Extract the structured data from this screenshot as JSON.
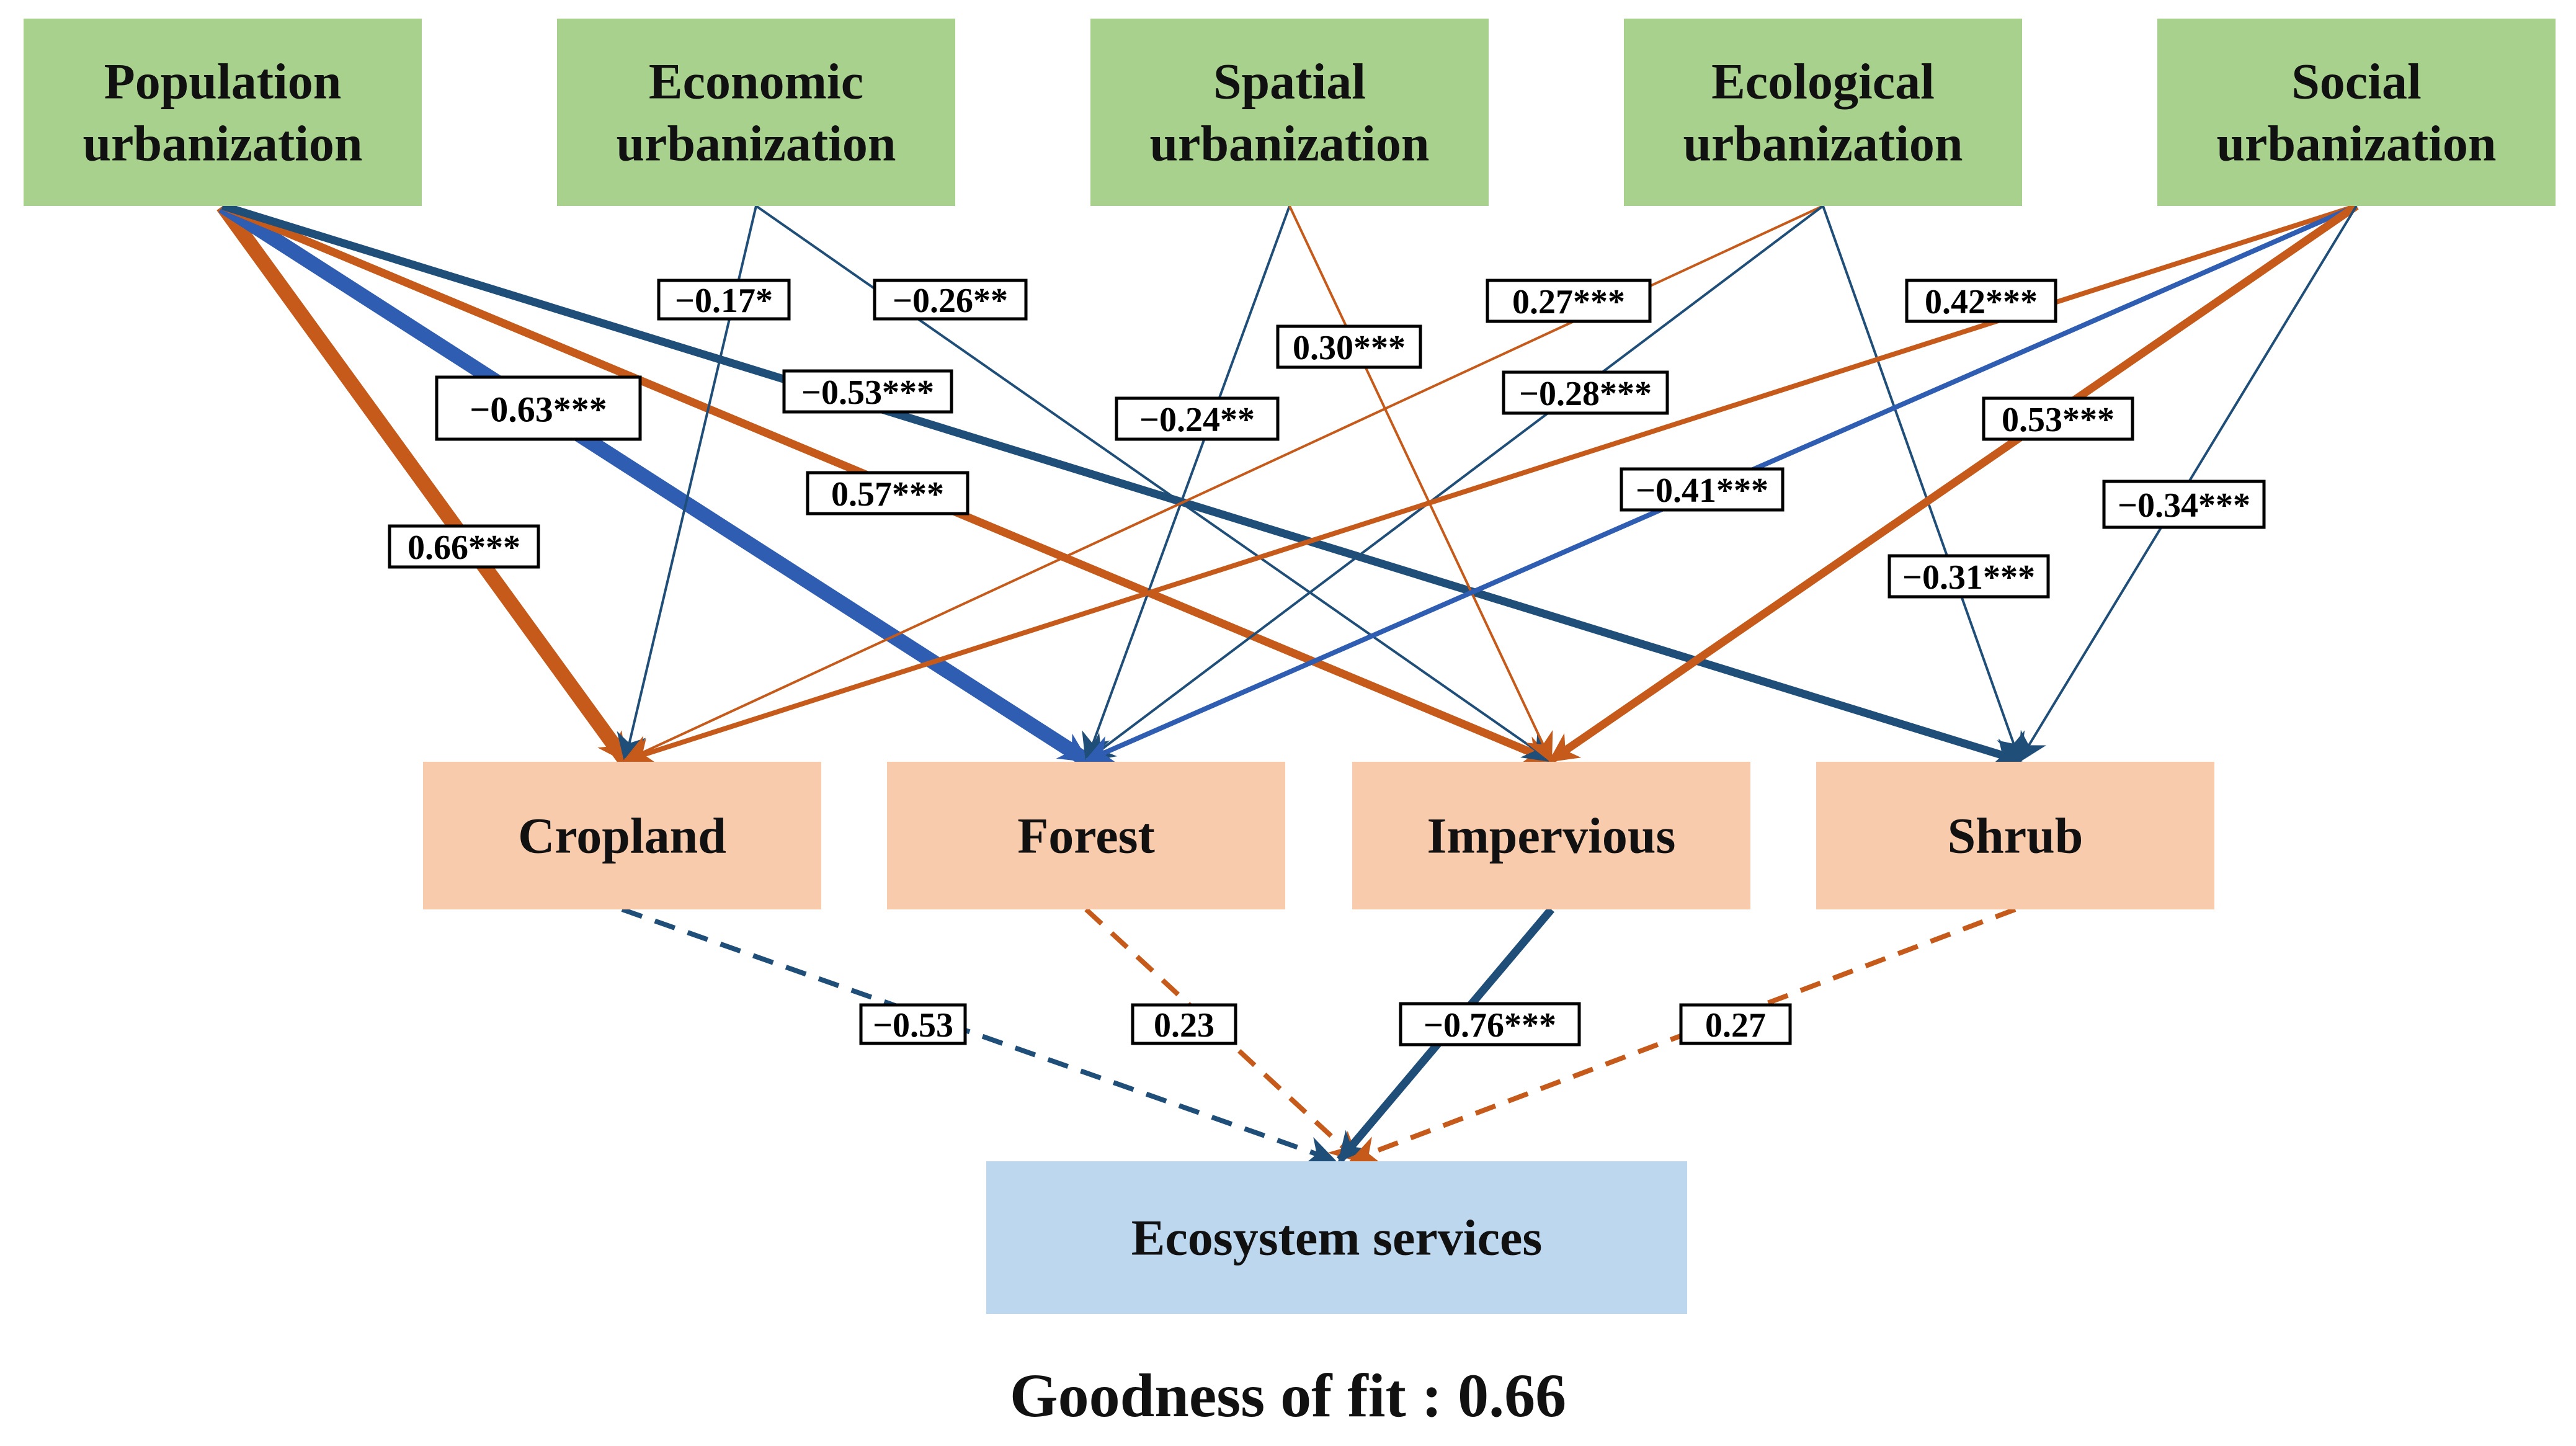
{
  "colors": {
    "positive": "#C55A1A",
    "negative": "#1F4E79",
    "negative_bright": "#2F5DB2",
    "urbanization_fill": "#A9D18E",
    "landuse_fill": "#F8CBAD",
    "ecosystem_fill": "#BDD7EE"
  },
  "nodes": {
    "pop": "Population\nurbanization",
    "eco": "Economic\nurbanization",
    "spa": "Spatial\nurbanization",
    "ecol": "Ecological\nurbanization",
    "soc": "Social\nurbanization",
    "crop": "Cropland",
    "forest": "Forest",
    "imp": "Impervious",
    "shrub": "Shrub",
    "es": "Ecosystem services"
  },
  "paths": [
    {
      "from": "pop",
      "to": "crop",
      "coef": "0.66***",
      "sign": "positive",
      "weight": "heavy",
      "style": "solid"
    },
    {
      "from": "pop",
      "to": "forest",
      "coef": "−0.63***",
      "sign": "negative",
      "weight": "heavy",
      "style": "solid"
    },
    {
      "from": "pop",
      "to": "imp",
      "coef": "0.57***",
      "sign": "positive",
      "weight": "medium",
      "style": "solid"
    },
    {
      "from": "pop",
      "to": "shrub",
      "coef": "−0.53***",
      "sign": "negative",
      "weight": "medium",
      "style": "solid"
    },
    {
      "from": "eco",
      "to": "crop",
      "coef": "−0.17*",
      "sign": "negative",
      "weight": "thin",
      "style": "solid"
    },
    {
      "from": "eco",
      "to": "imp",
      "coef": "−0.26**",
      "sign": "negative",
      "weight": "thin",
      "style": "solid"
    },
    {
      "from": "spa",
      "to": "forest",
      "coef": "−0.24**",
      "sign": "negative",
      "weight": "thin",
      "style": "solid"
    },
    {
      "from": "spa",
      "to": "imp",
      "coef": "0.30***",
      "sign": "positive",
      "weight": "thin",
      "style": "solid"
    },
    {
      "from": "ecol",
      "to": "crop",
      "coef": "0.27***",
      "sign": "positive",
      "weight": "thin",
      "style": "solid"
    },
    {
      "from": "ecol",
      "to": "forest",
      "coef": "−0.28***",
      "sign": "negative",
      "weight": "thin",
      "style": "solid"
    },
    {
      "from": "ecol",
      "to": "shrub",
      "coef": "−0.31***",
      "sign": "negative",
      "weight": "thin",
      "style": "solid"
    },
    {
      "from": "soc",
      "to": "crop",
      "coef": "0.42***",
      "sign": "positive",
      "weight": "light",
      "style": "solid"
    },
    {
      "from": "soc",
      "to": "forest",
      "coef": "−0.41***",
      "sign": "negative",
      "weight": "light",
      "style": "solid"
    },
    {
      "from": "soc",
      "to": "imp",
      "coef": "0.53***",
      "sign": "positive",
      "weight": "medium",
      "style": "solid"
    },
    {
      "from": "soc",
      "to": "shrub",
      "coef": "−0.34***",
      "sign": "negative",
      "weight": "thin",
      "style": "solid"
    },
    {
      "from": "crop",
      "to": "es",
      "coef": "−0.53",
      "sign": "negative",
      "weight": "light",
      "style": "dashed"
    },
    {
      "from": "forest",
      "to": "es",
      "coef": "0.23",
      "sign": "positive",
      "weight": "light",
      "style": "dashed"
    },
    {
      "from": "imp",
      "to": "es",
      "coef": "−0.76***",
      "sign": "negative",
      "weight": "medium",
      "style": "solid"
    },
    {
      "from": "shrub",
      "to": "es",
      "coef": "0.27",
      "sign": "positive",
      "weight": "light",
      "style": "dashed"
    }
  ],
  "goodness_of_fit": "Goodness of fit : 0.66"
}
